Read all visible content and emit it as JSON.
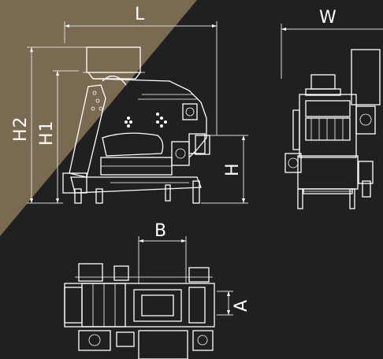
{
  "background_color": "#202020",
  "accent_color": "#7a6a52",
  "line_color": "#ffffff",
  "dimensions": {
    "L": "L",
    "W": "W",
    "H": "H",
    "H1": "H1",
    "H2": "H2",
    "A": "A",
    "B": "B"
  },
  "views": [
    "side-view",
    "front-view",
    "top-view"
  ]
}
